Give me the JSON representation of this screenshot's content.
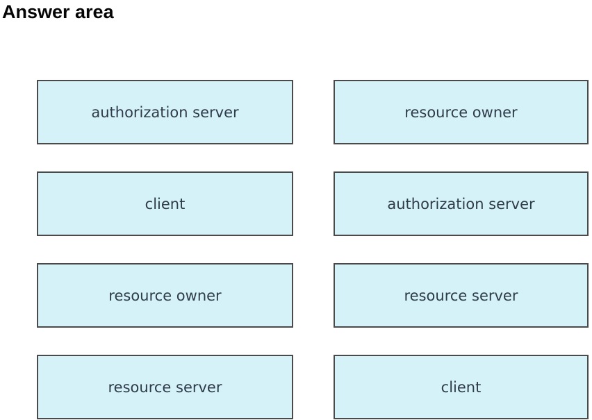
{
  "page": {
    "title": "Answer area"
  },
  "answer_area": {
    "left_column": [
      "authorization server",
      "client",
      "resource owner",
      "resource server"
    ],
    "right_column": [
      "resource owner",
      "authorization server",
      "resource server",
      "client"
    ]
  },
  "colors": {
    "background": "#ffffff",
    "box_fill": "#d6f2f9",
    "box_border": "#4a4a4a",
    "label_text": "#2e3b48",
    "title_text": "#060606"
  }
}
